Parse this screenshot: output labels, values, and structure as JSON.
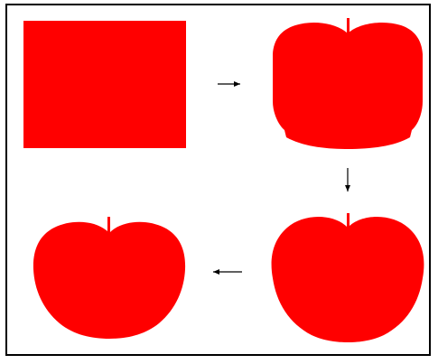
{
  "diagram": {
    "shape_color": "#ff0000",
    "border_color": "#000000",
    "arrow_color": "#000000",
    "stages": [
      {
        "name": "rectangle"
      },
      {
        "name": "rough-apple"
      },
      {
        "name": "rounded-apple"
      },
      {
        "name": "final-apple"
      }
    ],
    "arrows": [
      {
        "direction": "right"
      },
      {
        "direction": "down"
      },
      {
        "direction": "left"
      }
    ]
  }
}
